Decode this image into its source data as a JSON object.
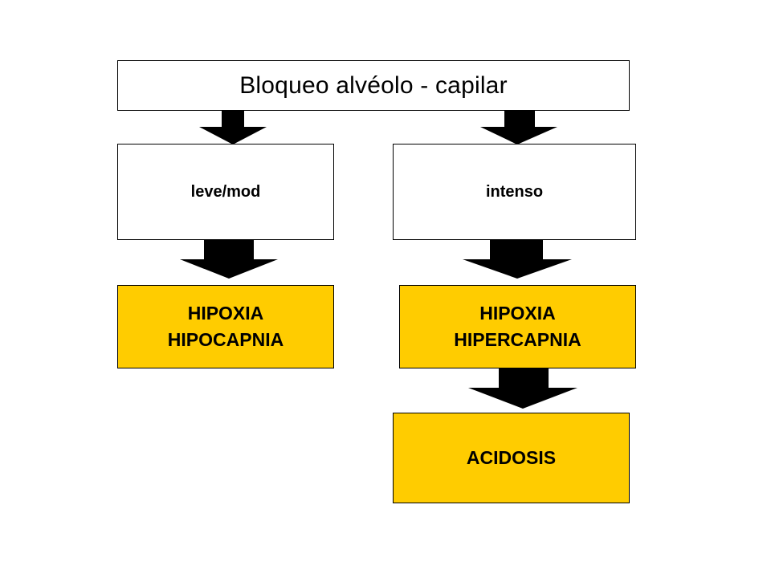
{
  "diagram": {
    "top_box": {
      "label": "Bloqueo alvéolo - capilar"
    },
    "left_branch": {
      "severity_label": "leve/mod",
      "result_lines": [
        "HIPOXIA",
        "HIPOCAPNIA"
      ]
    },
    "right_branch": {
      "severity_label": "intenso",
      "result_lines": [
        "HIPOXIA",
        "HIPERCAPNIA"
      ],
      "final_label": "ACIDOSIS"
    },
    "colors": {
      "box_fill": "#ffffff",
      "highlight_fill": "#ffcc00",
      "border": "#000000",
      "arrow": "#000000"
    }
  }
}
